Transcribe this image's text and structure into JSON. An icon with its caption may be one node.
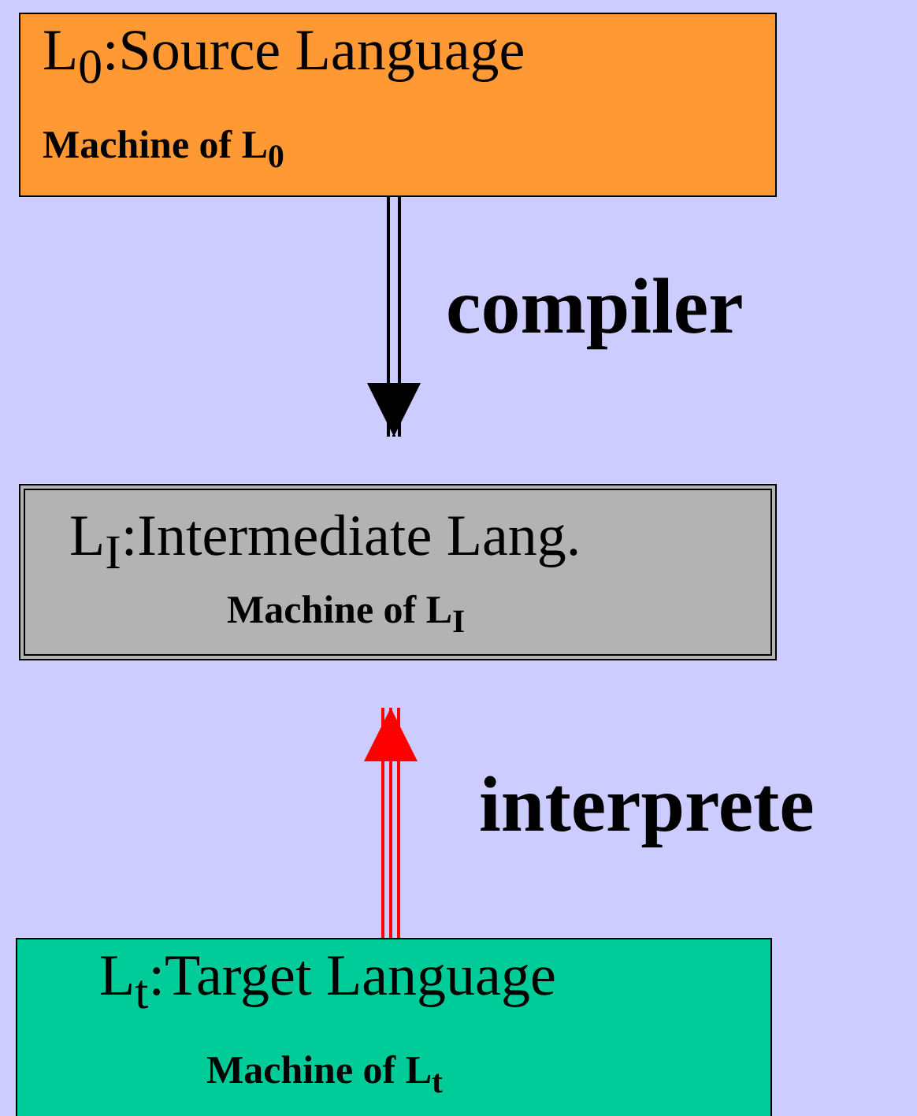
{
  "diagram": {
    "nodes": [
      {
        "text": [
          "L$_{0}$:Source Language",
          "Machine of L$_{0}$"
        ]
      },
      {
        "text": [
          "L$_{I}$:Intermediate Lang.",
          "Machine of L$_{I}$"
        ]
      },
      {
        "text": [
          "L$_{t}$:Target Language",
          "Machine of L$_{t}$"
        ]
      }
    ],
    "edges": [
      {
        "from": 0,
        "to": 1,
        "arrow": "to",
        "label": "compiler"
      },
      {
        "from": 2,
        "to": 1,
        "arrow": "to",
        "label": "interprete",
        "color": "#ff0000"
      }
    ]
  }
}
